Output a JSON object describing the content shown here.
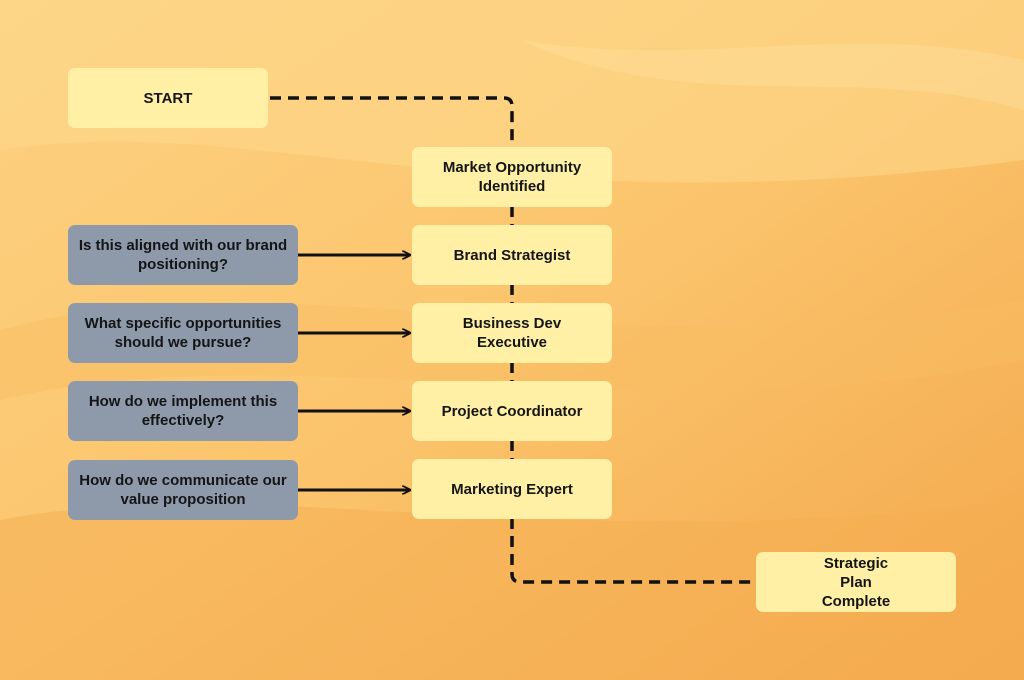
{
  "colors": {
    "node_fill": "#fff0a6",
    "question_fill": "#8e9aaa",
    "connector": "#111111",
    "background_light": "#fcc874",
    "background_dark": "#f4a84c"
  },
  "flow": {
    "start": "START",
    "opportunity": "Market Opportunity Identified",
    "brand_strategist": "Brand Strategist",
    "business_dev": "Business Dev Executive",
    "project_coordinator": "Project Coordinator",
    "marketing_expert": "Marketing Expert",
    "complete": "Strategic Plan Complete"
  },
  "questions": {
    "brand": "Is this aligned with our brand positioning?",
    "opportunities": "What specific opportunities should we pursue?",
    "implement": "How do we implement this effectively?",
    "communicate": "How do we communicate our value proposition"
  }
}
